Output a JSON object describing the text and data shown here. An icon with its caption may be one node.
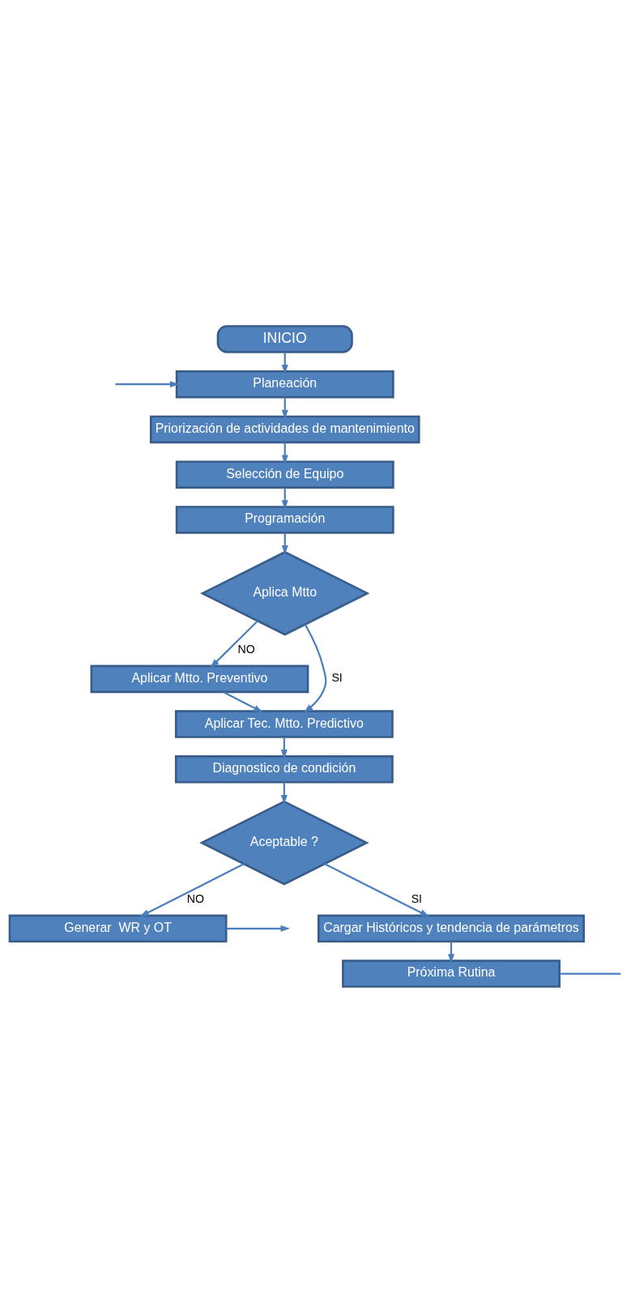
{
  "diagram": {
    "nodes": [
      {
        "text": [
          "INICIO"
        ]
      },
      {
        "text": [
          "Planeación"
        ]
      },
      {
        "text": [
          "Priorización de actividades de mantenimiento"
        ]
      },
      {
        "text": [
          "Selección de Equipo"
        ]
      },
      {
        "text": [
          "Programación"
        ]
      },
      {
        "text": [
          "Aplica Mtto"
        ]
      },
      {
        "text": [
          "Aplicar Mtto. Preventivo"
        ]
      },
      {
        "text": [
          "Aplicar Tec. Mtto. Predictivo"
        ]
      },
      {
        "text": [
          "Diagnostico de condición"
        ]
      },
      {
        "text": [
          "Aceptable ?"
        ]
      },
      {
        "text": [
          "Generar  WR y OT"
        ]
      },
      {
        "text": [
          "Cargar Históricos y tendencia de parámetros"
        ]
      },
      {
        "text": [
          "Próxima Rutina"
        ]
      }
    ],
    "edges": [
      {
        "from": 0,
        "to": 1,
        "arrow": "to"
      },
      {
        "from": null,
        "to": 1,
        "arrow": "to"
      },
      {
        "from": 1,
        "to": 2,
        "arrow": "to"
      },
      {
        "from": 2,
        "to": 3,
        "arrow": "to"
      },
      {
        "from": 3,
        "to": 4,
        "arrow": "to"
      },
      {
        "from": 4,
        "to": 5,
        "arrow": "to"
      },
      {
        "from": 5,
        "to": 7,
        "arrow": "to",
        "label": "SI"
      },
      {
        "from": 5,
        "to": 6,
        "arrow": "to",
        "label": "NO"
      },
      {
        "from": 6,
        "to": 7,
        "arrow": "to"
      },
      {
        "from": 7,
        "to": 8,
        "arrow": "to"
      },
      {
        "from": 8,
        "to": 9,
        "arrow": "to"
      },
      {
        "from": 9,
        "to": 11,
        "arrow": "to",
        "label": "SI"
      },
      {
        "from": 9,
        "to": 10,
        "arrow": "to",
        "label": "NO"
      },
      {
        "from": 10,
        "to": null,
        "arrow": "to"
      },
      {
        "from": 11,
        "to": 12,
        "arrow": "to"
      },
      {
        "from": 12,
        "to": null,
        "arrow": "none"
      }
    ]
  }
}
